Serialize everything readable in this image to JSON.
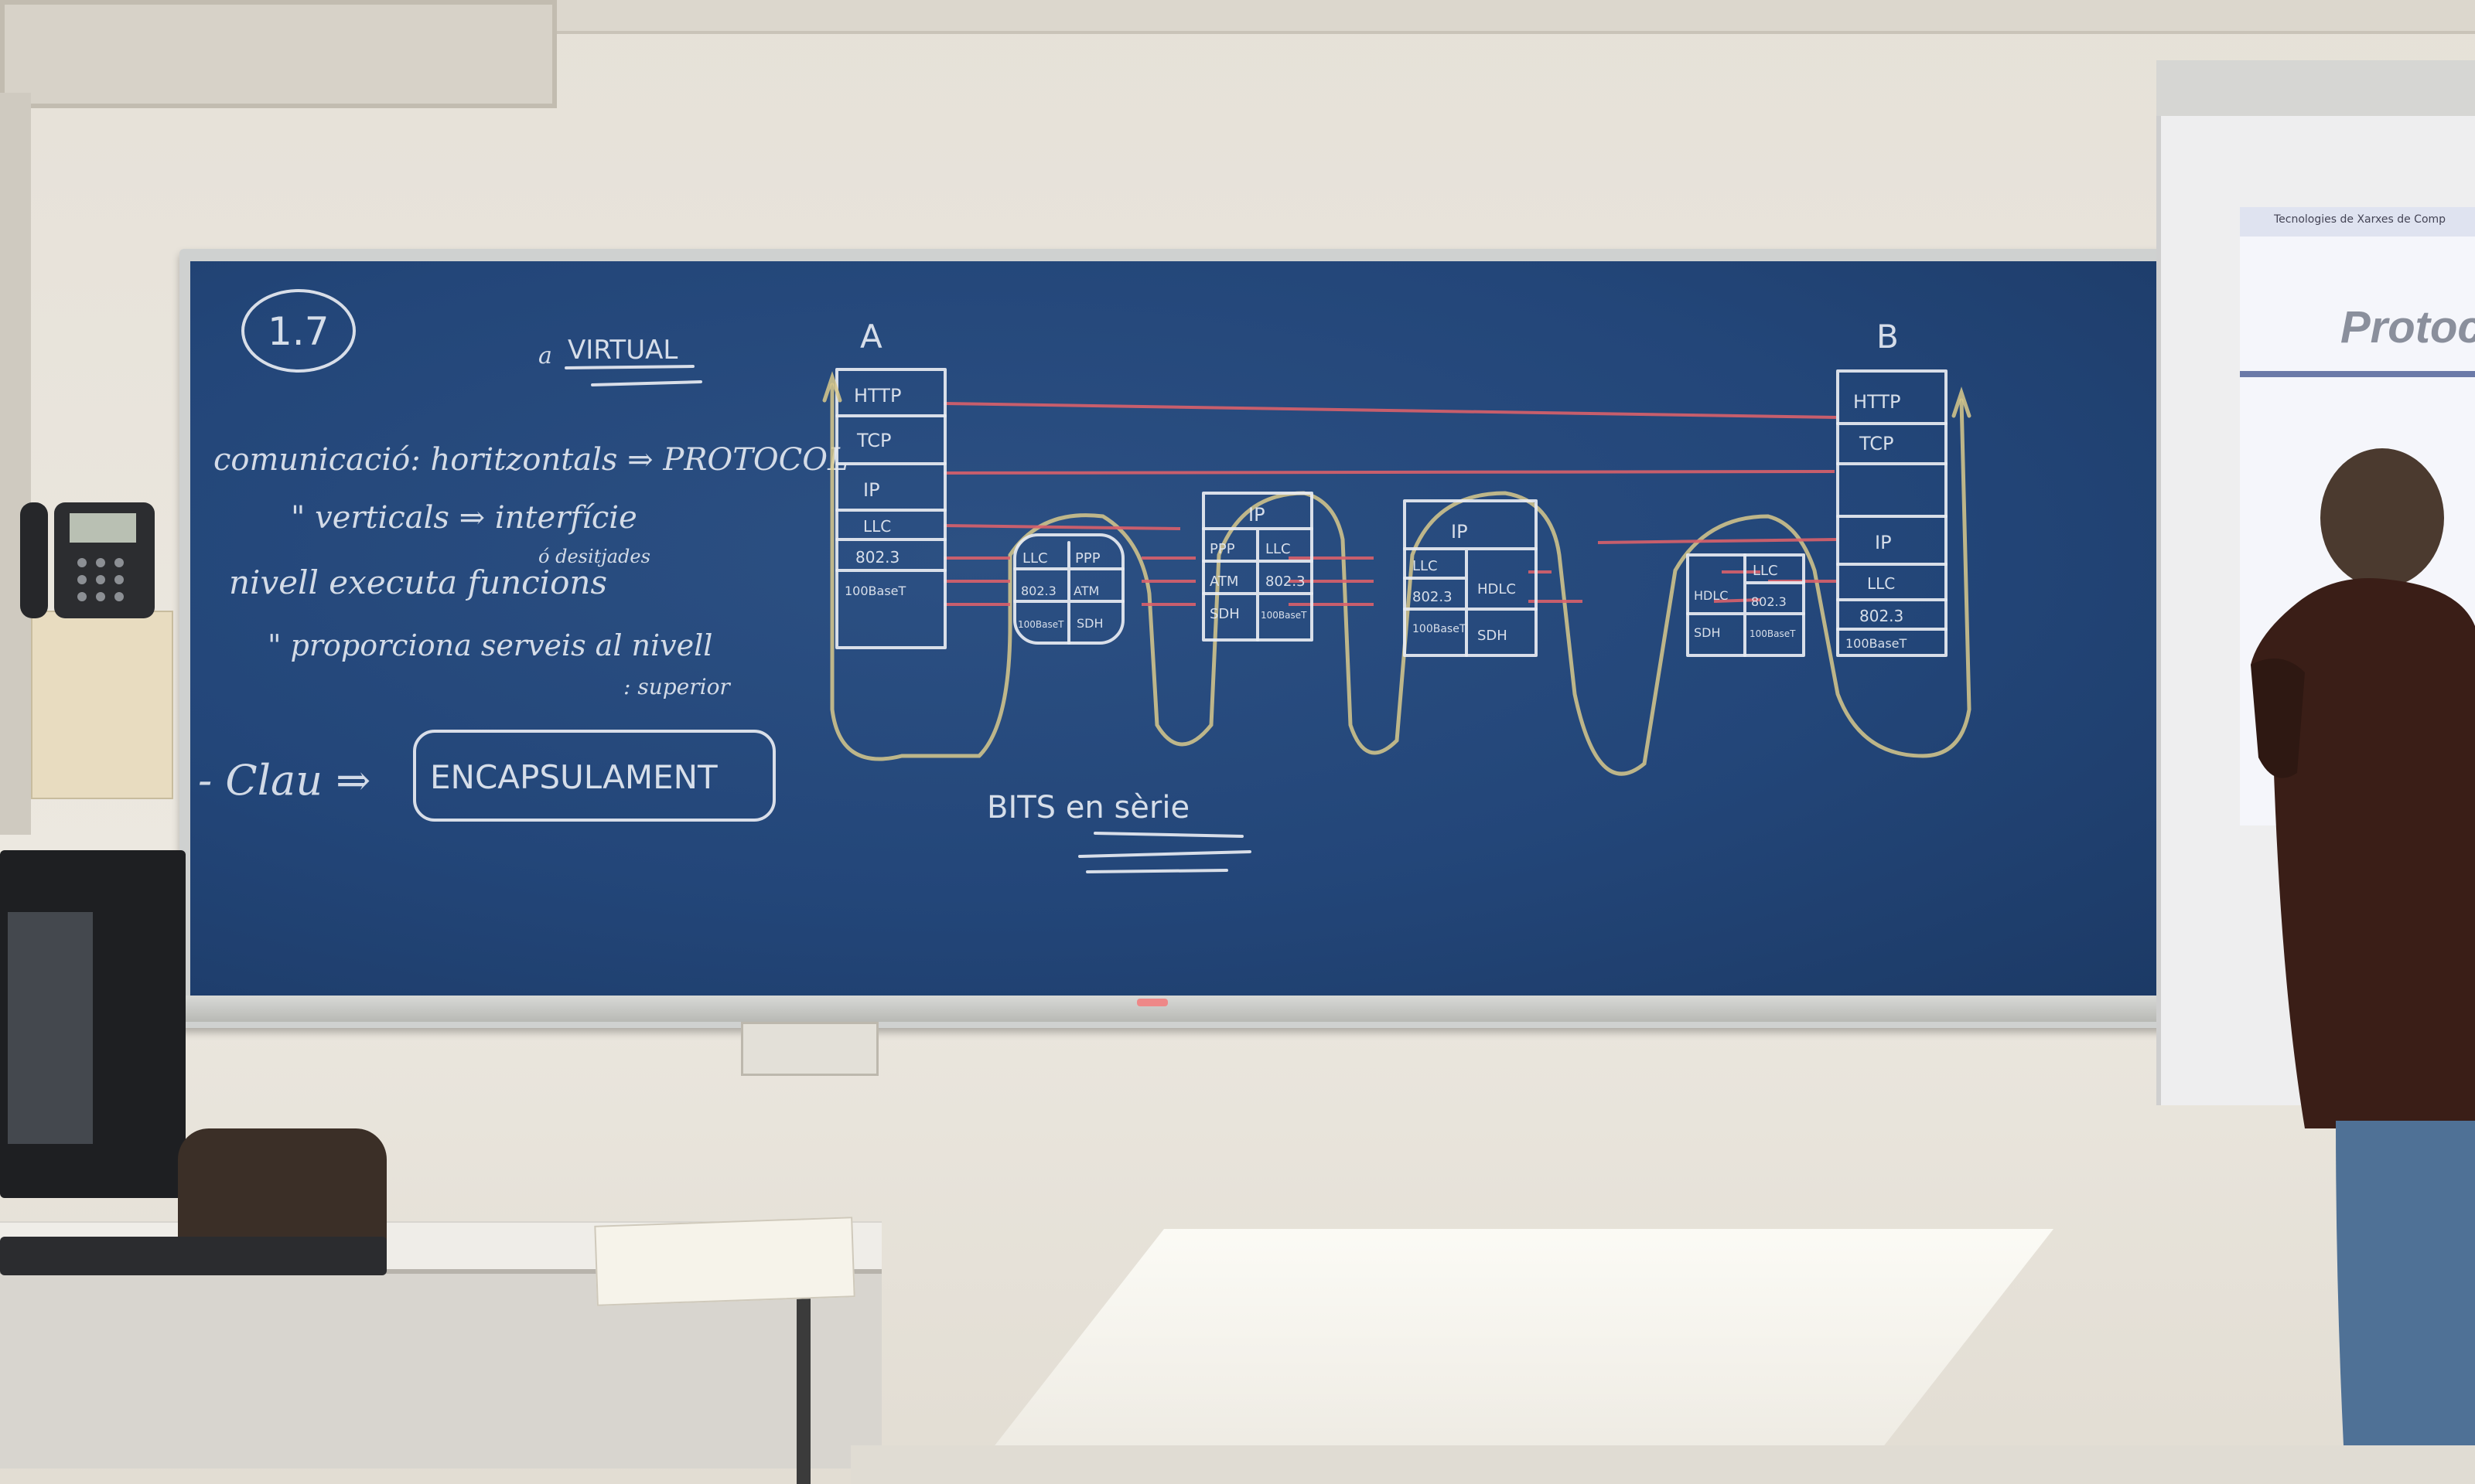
{
  "board": {
    "badge": "1.7",
    "virtual": "VIRTUAL",
    "virtual_prefix": "a",
    "lines": [
      "comunicació: horitzontals ⇒ PROTOCOL",
      "\"  verticals ⇒ interfície",
      "nivell executa funcions",
      "\"  proporciona serveis al nivell",
      ": superior"
    ],
    "line_insert": "ó desitjades",
    "key_prefix": "- Clau ⇒",
    "key_word": "ENCAPSULAMENT",
    "bits": "BITS en sèrie",
    "host_a": "A",
    "host_b": "B",
    "stack_a": [
      "HTTP",
      "TCP",
      "IP",
      "LLC",
      "802.3",
      "100BaseT"
    ],
    "stack_b": [
      "HTTP",
      "TCP",
      "IP",
      "LLC",
      "802.3",
      "100BaseT"
    ],
    "router1": [
      "LLC",
      "PPP",
      "802.3",
      "ATM",
      "100BaseT",
      "SDH"
    ],
    "router2_top": "IP",
    "router2": [
      "PPP",
      "LLC",
      "ATM",
      "802.3",
      "SDH",
      "100BaseT"
    ],
    "router3_top": "IP",
    "router3": [
      "LLC",
      "HDLC",
      "802.3",
      "",
      "100BaseT",
      "SDH"
    ],
    "router4": [
      "HDLC",
      "LLC",
      "",
      "802.3",
      "SDH",
      "100BaseT"
    ]
  },
  "projection": {
    "small": "Tecnologies de Xarxes de Comp",
    "title": "Protoc"
  },
  "colors": {
    "board": "#234679",
    "chalk": "#e8ecf2",
    "red_chalk": "#d9606a",
    "yellow_chalk": "#d8c98c"
  }
}
